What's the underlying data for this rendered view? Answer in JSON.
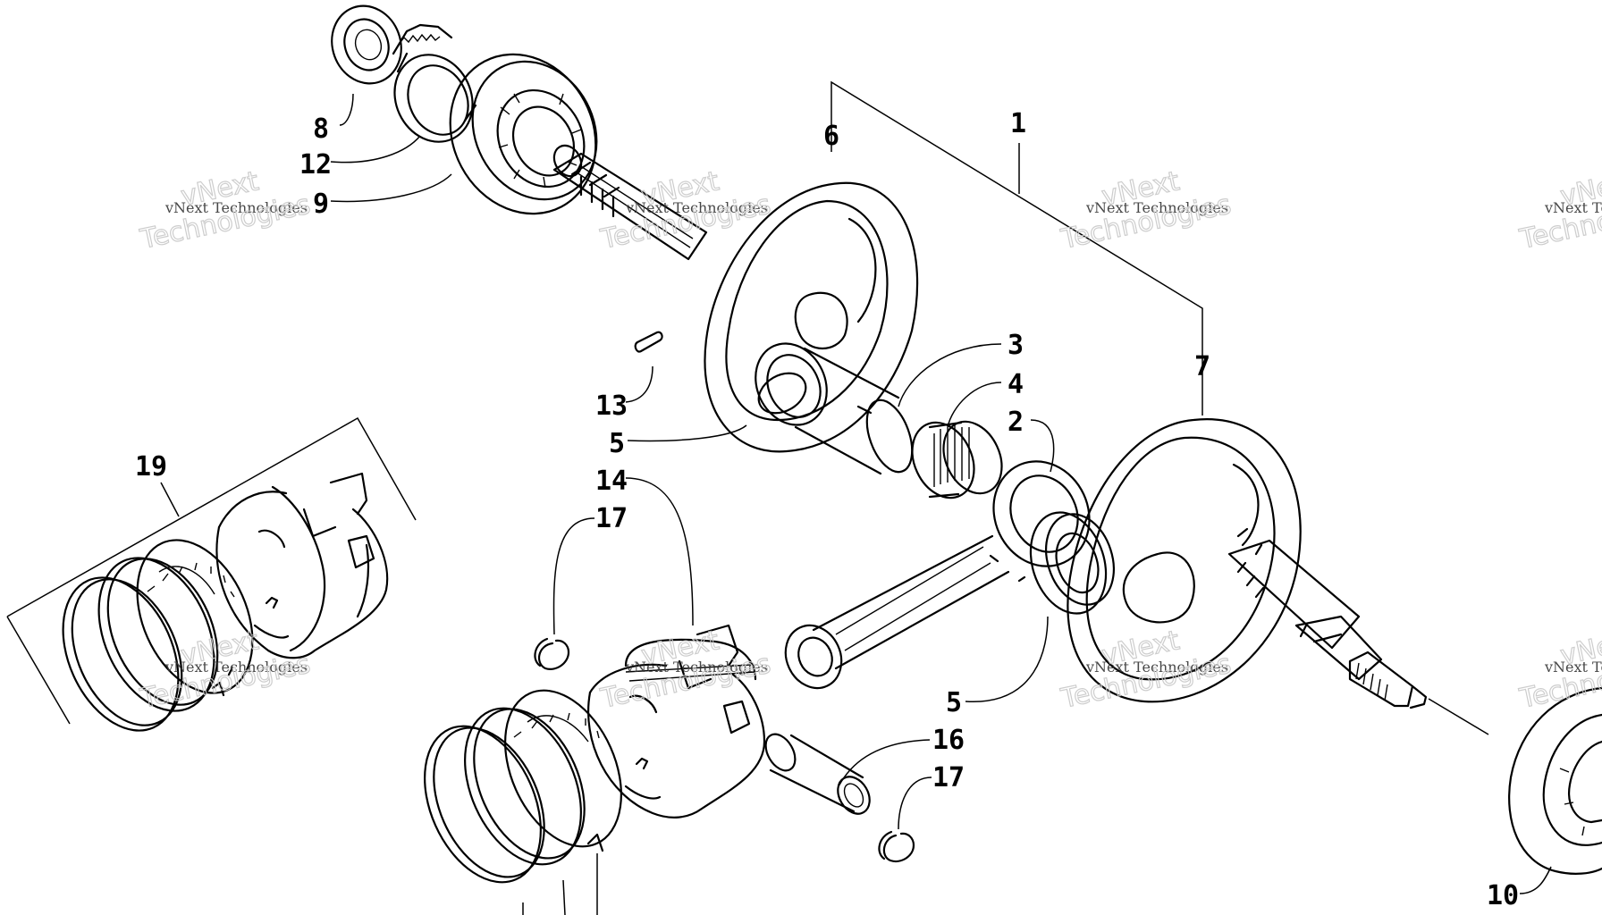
{
  "diagram": {
    "labels": {
      "p1": "1",
      "p2": "2",
      "p3": "3",
      "p4": "4",
      "p5a": "5",
      "p5b": "5",
      "p6": "6",
      "p7": "7",
      "p8": "8",
      "p9": "9",
      "p10": "10",
      "p12": "12",
      "p13": "13",
      "p14": "14",
      "p16": "16",
      "p17a": "17",
      "p17b": "17",
      "p19": "19"
    },
    "watermark": {
      "text": "vNext Technologies",
      "line1": "vNext",
      "line2": "Technologies"
    },
    "line_color": "#000000",
    "background": "#ffffff"
  }
}
